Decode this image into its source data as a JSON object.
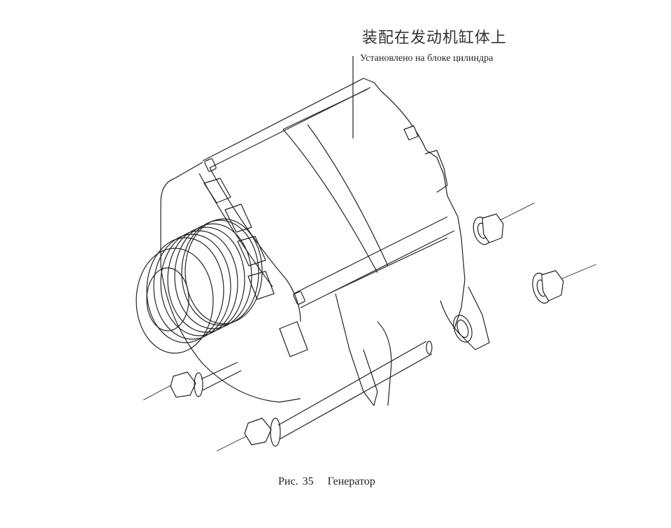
{
  "figure": {
    "label_chinese": "装配在发动机缸体上",
    "label_russian": "Установлено на блоке цилиндра",
    "caption_number": "Рис. 35",
    "caption_title": "Генератор"
  },
  "parts": [
    {
      "name": "alternator-body"
    },
    {
      "name": "pulley"
    },
    {
      "name": "mounting-bolt-upper"
    },
    {
      "name": "mounting-bolt-lower"
    },
    {
      "name": "flange-nut-upper"
    },
    {
      "name": "flange-nut-lower"
    }
  ]
}
